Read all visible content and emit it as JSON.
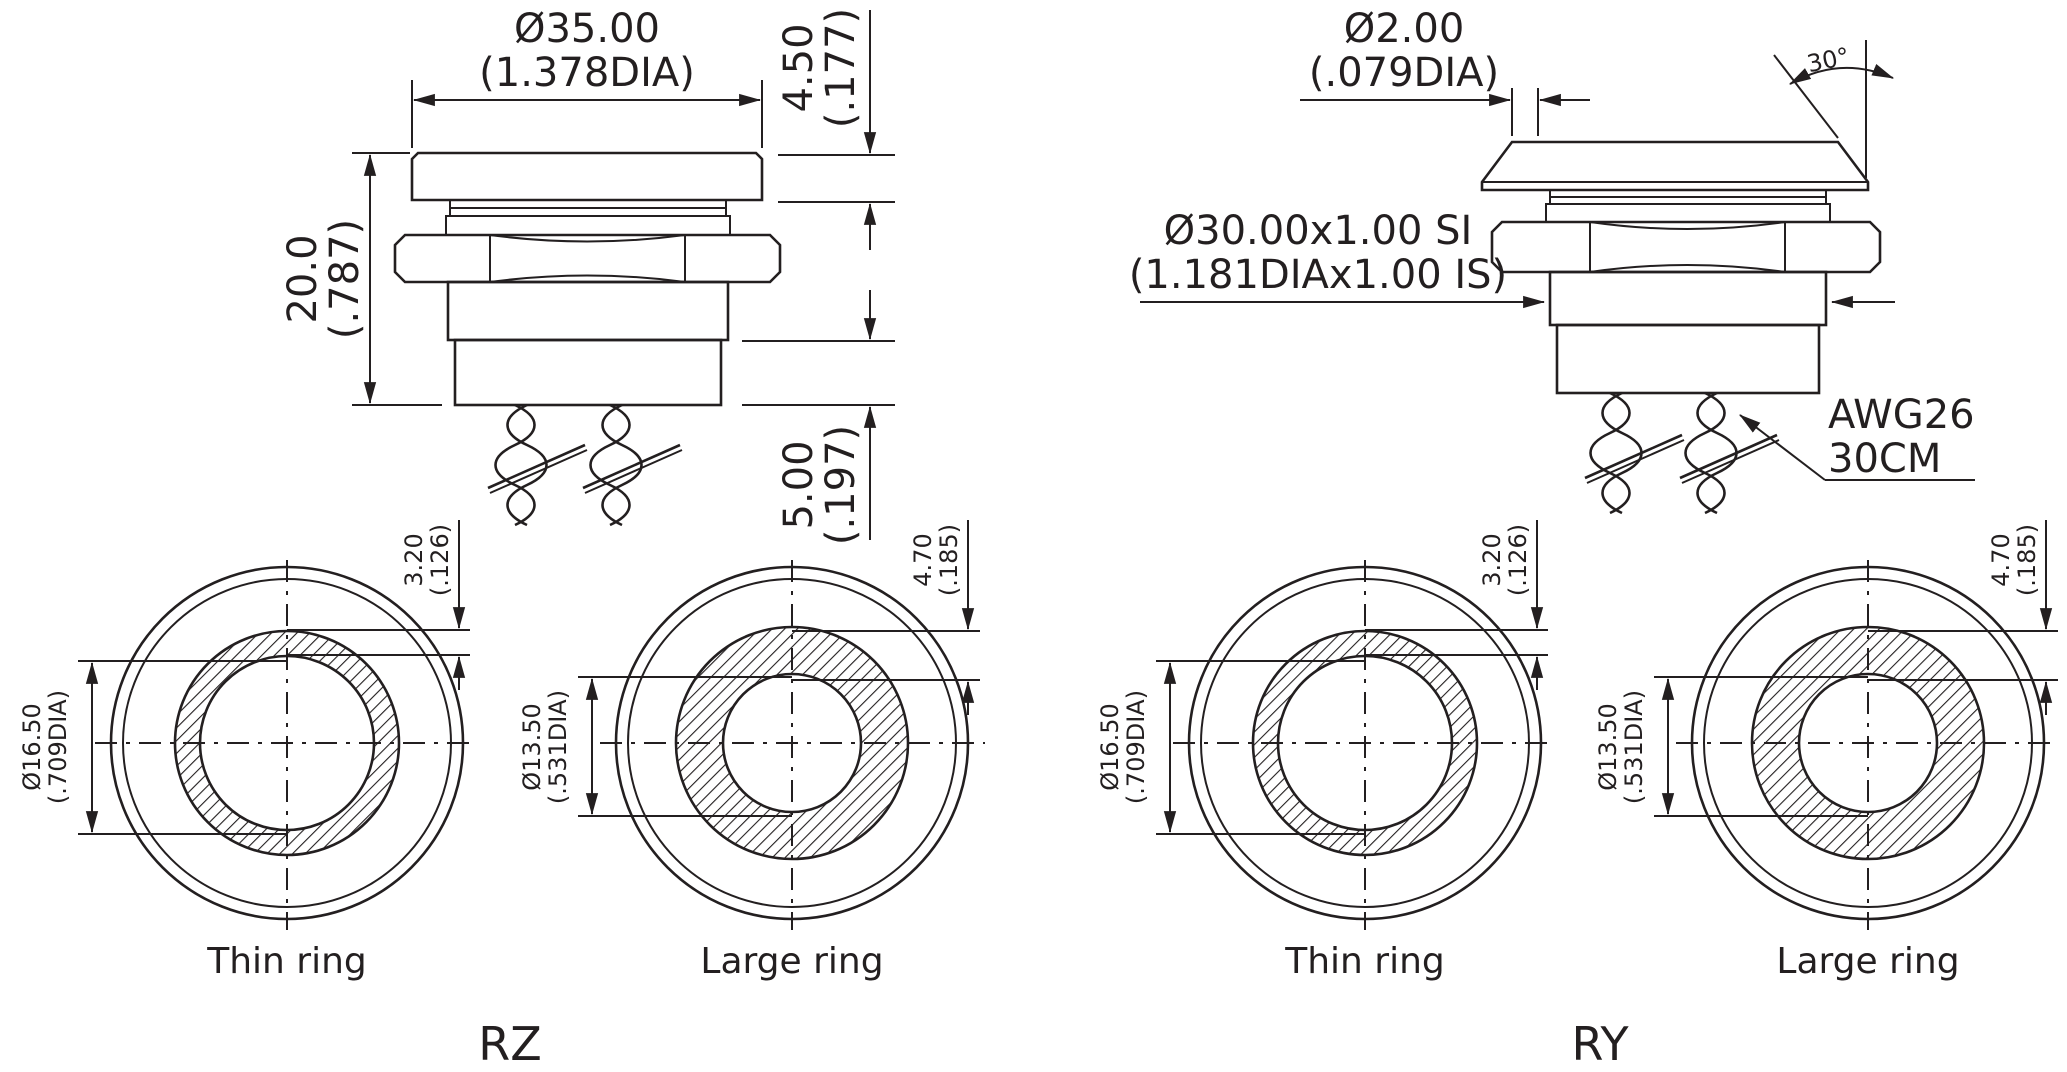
{
  "rz": {
    "label": "RZ",
    "dia_mm": "Ø35.00",
    "dia_in": "(1.378DIA)",
    "height_mm": "20.0",
    "height_in": "(.787)",
    "cap_mm": "4.50",
    "cap_in": "(.177)",
    "lead_mm": "5.00",
    "lead_in": "(.197)",
    "thin": {
      "caption": "Thin ring",
      "dim_mm": "Ø16.50",
      "dim_in": "(.709DIA)",
      "ring_mm": "3.20",
      "ring_in": "(.126)"
    },
    "large": {
      "caption": "Large ring",
      "dim_mm": "Ø13.50",
      "dim_in": "(.531DIA)",
      "ring_mm": "4.70",
      "ring_in": "(.185)"
    }
  },
  "ry": {
    "label": "RY",
    "hole_mm": "Ø2.00",
    "hole_in": "(.079DIA)",
    "angle": "30°",
    "thread_mm": "Ø30.00x1.00 SI",
    "thread_in": "(1.181DIAx1.00 IS)",
    "wire_gauge": "AWG26",
    "wire_length": "30CM",
    "thin": {
      "caption": "Thin ring",
      "dim_mm": "Ø16.50",
      "dim_in": "(.709DIA)",
      "ring_mm": "3.20",
      "ring_in": "(.126)"
    },
    "large": {
      "caption": "Large ring",
      "dim_mm": "Ø13.50",
      "dim_in": "(.531DIA)",
      "ring_mm": "4.70",
      "ring_in": "(.185)"
    }
  }
}
